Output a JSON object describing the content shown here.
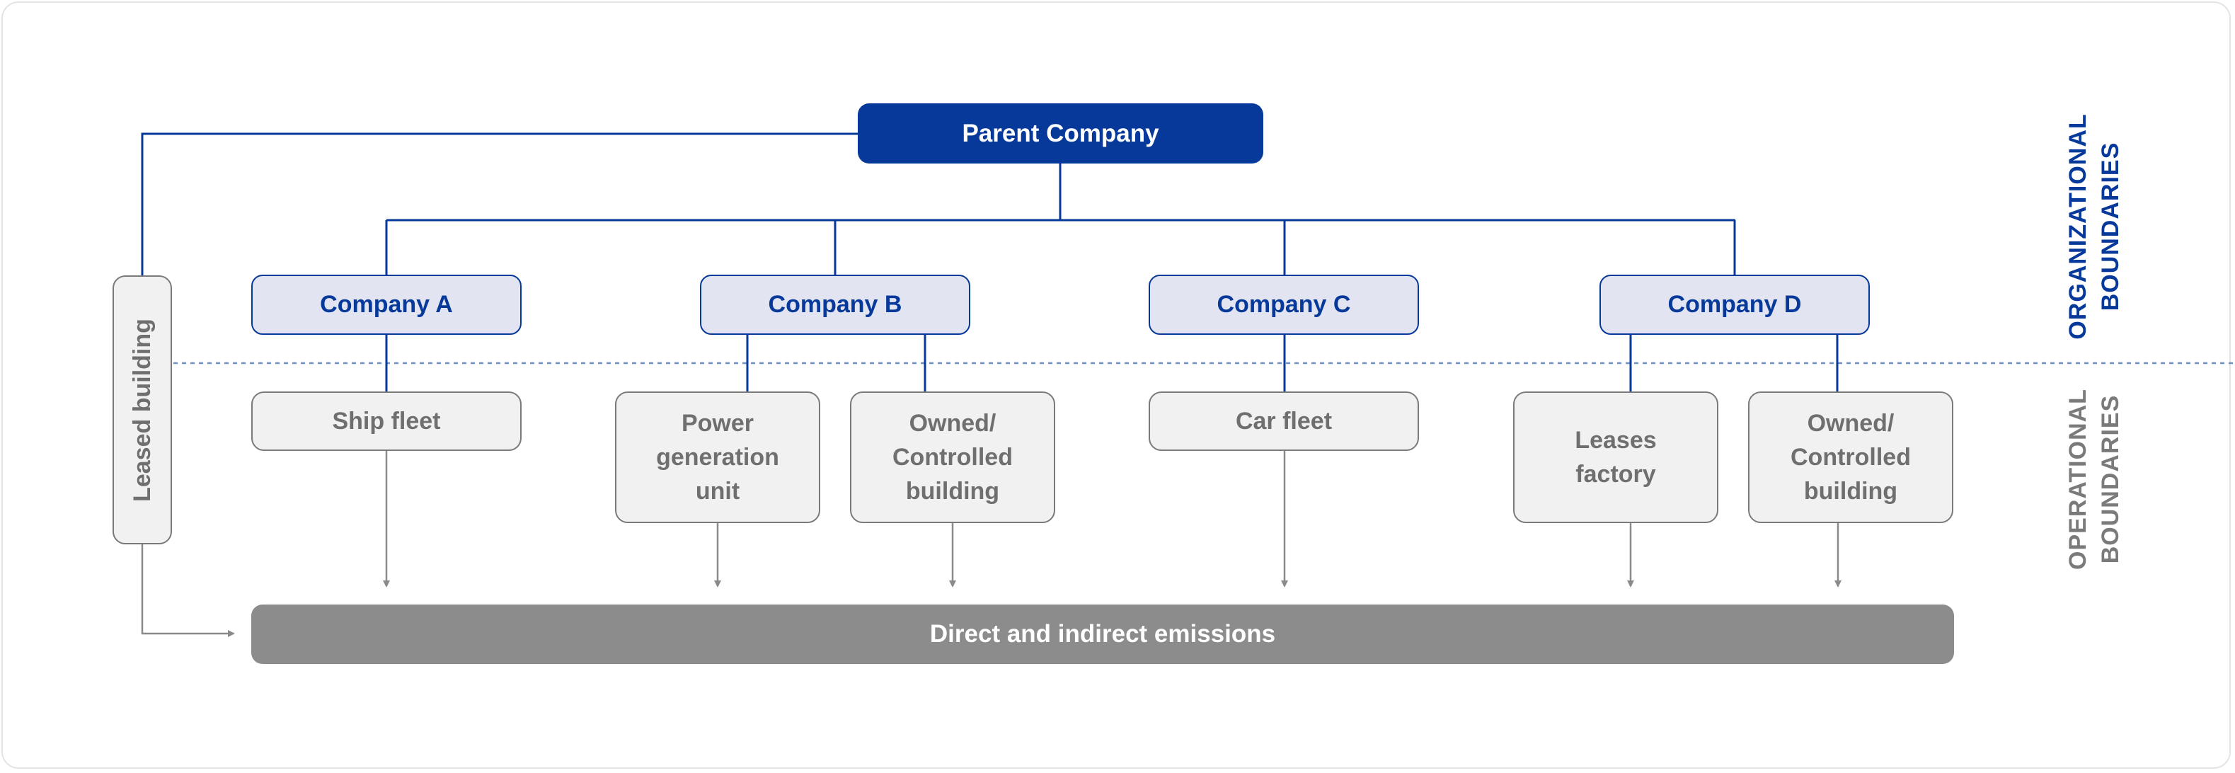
{
  "parent": {
    "label": "Parent Company"
  },
  "companies": [
    {
      "label": "Company A"
    },
    {
      "label": "Company B"
    },
    {
      "label": "Company C"
    },
    {
      "label": "Company D"
    }
  ],
  "assets": [
    {
      "label": "Ship fleet",
      "company": "Company A"
    },
    {
      "label": "Power\ngeneration\nunit",
      "company": "Company B"
    },
    {
      "label": "Owned/\nControlled\nbuilding",
      "company": "Company B"
    },
    {
      "label": "Car fleet",
      "company": "Company C"
    },
    {
      "label": "Leases\nfactory",
      "company": "Company D"
    },
    {
      "label": "Owned/\nControlled\nbuilding",
      "company": "Company D"
    }
  ],
  "leased_building": {
    "label": "Leased building"
  },
  "emissions": {
    "label": "Direct and indirect emissions"
  },
  "boundaries": {
    "organizational": {
      "line1": "ORGANIZATIONAL",
      "line2": "BOUNDARIES"
    },
    "operational": {
      "line1": "OPERATIONAL",
      "line2": "BOUNDARIES"
    }
  },
  "colors": {
    "primary": "#07399a",
    "company_fill": "#e2e5f1",
    "asset_fill": "#f1f1f1",
    "asset_text": "#6f6f6f",
    "emissions_fill": "#8c8c8c",
    "connector": "#8a8a8a"
  }
}
